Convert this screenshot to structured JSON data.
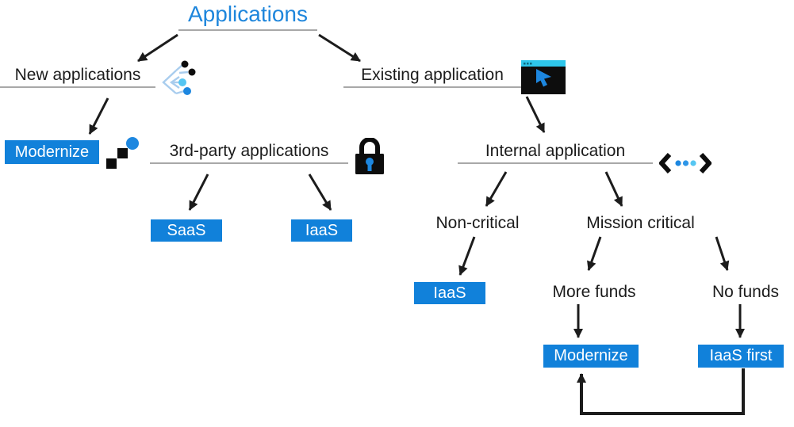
{
  "diagram": {
    "title": "Applications",
    "nodes": {
      "new_applications": {
        "label": "New applications",
        "icon": "decision-tree-icon"
      },
      "modernize_new": {
        "label": "Modernize",
        "icon": "modernize-blocks-icon",
        "type": "result"
      },
      "third_party": {
        "label": "3rd-party applications",
        "icon": "lock-icon"
      },
      "saas": {
        "label": "SaaS",
        "type": "result"
      },
      "iaas_third_party": {
        "label": "IaaS",
        "type": "result"
      },
      "existing_application": {
        "label": "Existing application",
        "icon": "app-window-cursor-icon"
      },
      "internal_application": {
        "label": "Internal application",
        "icon": "code-brackets-icon"
      },
      "non_critical": {
        "label": "Non-critical"
      },
      "mission_critical": {
        "label": "Mission critical"
      },
      "iaas_non_critical": {
        "label": "IaaS",
        "type": "result"
      },
      "more_funds": {
        "label": "More funds"
      },
      "no_funds": {
        "label": "No funds"
      },
      "modernize_mission": {
        "label": "Modernize",
        "type": "result"
      },
      "iaas_first": {
        "label": "IaaS first",
        "type": "result"
      }
    },
    "edges": [
      {
        "from": "applications",
        "to": "new_applications"
      },
      {
        "from": "applications",
        "to": "existing_application"
      },
      {
        "from": "new_applications",
        "to": "modernize_new"
      },
      {
        "from": "third_party",
        "to": "saas"
      },
      {
        "from": "third_party",
        "to": "iaas_third_party"
      },
      {
        "from": "existing_application",
        "to": "internal_application"
      },
      {
        "from": "internal_application",
        "to": "non_critical"
      },
      {
        "from": "internal_application",
        "to": "mission_critical"
      },
      {
        "from": "non_critical",
        "to": "iaas_non_critical"
      },
      {
        "from": "mission_critical",
        "to": "more_funds"
      },
      {
        "from": "mission_critical",
        "to": "no_funds"
      },
      {
        "from": "more_funds",
        "to": "modernize_mission"
      },
      {
        "from": "no_funds",
        "to": "iaas_first"
      },
      {
        "from": "iaas_first",
        "to": "modernize_mission"
      }
    ],
    "colors": {
      "accent_blue": "#1e86dc",
      "box_blue": "#1181da",
      "underline_gray": "#a8a8a8",
      "arrow_black": "#1c1c1c",
      "icon_black": "#0d0d0d",
      "icon_cyan": "#2ec6ea",
      "icon_light_blue": "#a9cdee",
      "icon_dot_cyan": "#56c6f2",
      "icon_dot_blue": "#1d87e0"
    }
  }
}
